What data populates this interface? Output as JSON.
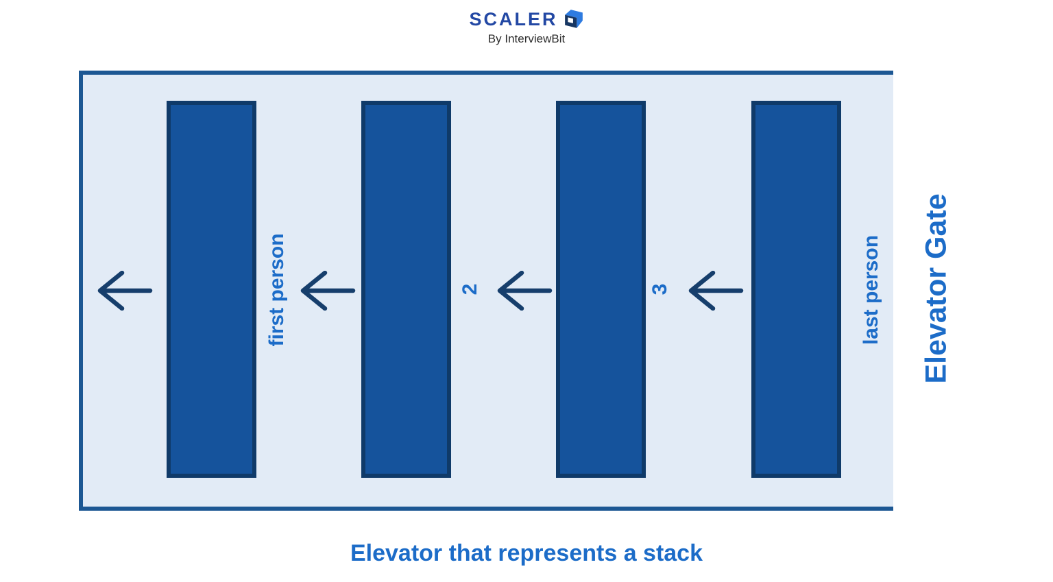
{
  "logo": {
    "brand": "SCALER",
    "byline": "By InterviewBit"
  },
  "diagram": {
    "slot_labels": [
      "first person",
      "2",
      "3",
      "last person"
    ],
    "gate_label": "Elevator Gate",
    "caption": "Elevator that represents a stack",
    "person_bars": 4,
    "arrow_direction": "left"
  },
  "icons": {
    "logo_mark": "scaler-cube-icon",
    "flow": "left-arrow-icon"
  },
  "colors": {
    "brand_navy": "#2348A4",
    "byline_gray": "#2B2B2B",
    "box_fill": "#E2EBF6",
    "box_border": "#1C5793",
    "bar_fill": "#15539C",
    "bar_border": "#0F3A69",
    "arrow": "#163E6C",
    "label_blue": "#1C6CC8",
    "cube_bright": "#2E7BE0",
    "cube_dark": "#173662"
  }
}
